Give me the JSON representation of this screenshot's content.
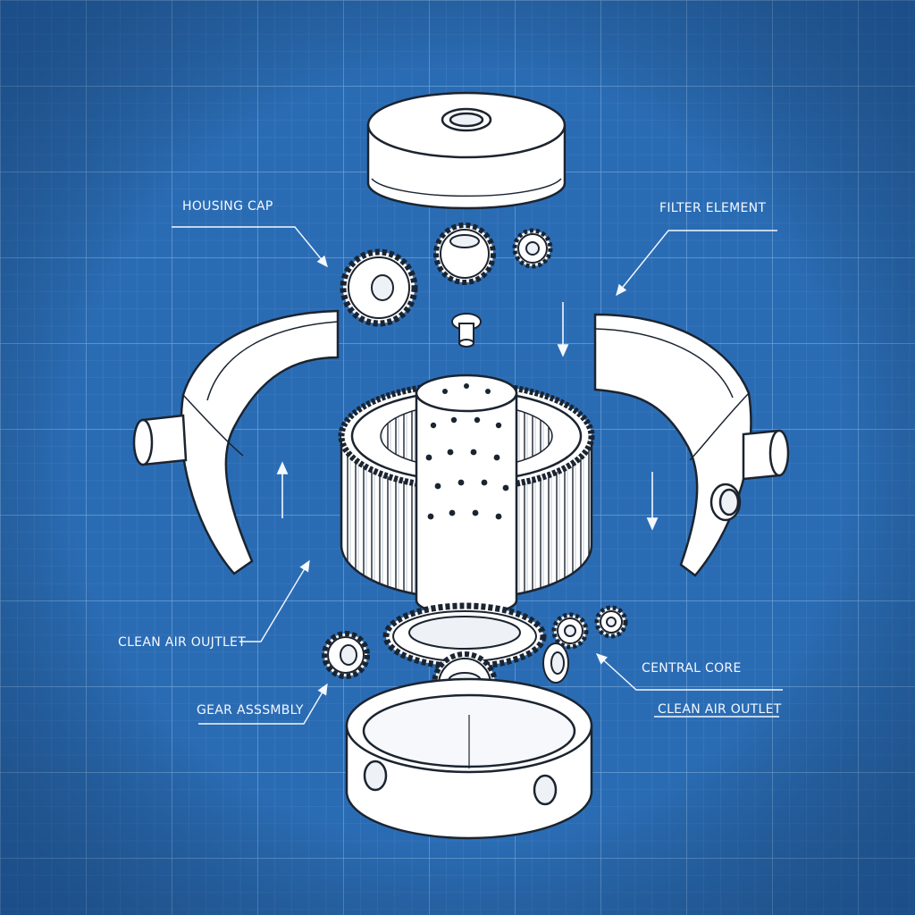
{
  "diagram": {
    "style": "blueprint exploded view",
    "colors": {
      "background": "#2a6cb4",
      "grid_major": "#78a8dc",
      "grid_minor": "#4f88c8",
      "line": "#1b2430",
      "fill": "#ffffff",
      "label": "#f4f8ff"
    },
    "labels": {
      "housing_cap": "HOUSING CAP",
      "filter_element": "FILTER ELEMENT",
      "clean_air_outlet_left": "CLEAN AIR OUJTLET",
      "gear_assembly": "GEAR ASSSMBLY",
      "central_core": "CENTRAL CORE",
      "clean_air_outlet_right": "CLEAN AIR OUTLET"
    }
  }
}
